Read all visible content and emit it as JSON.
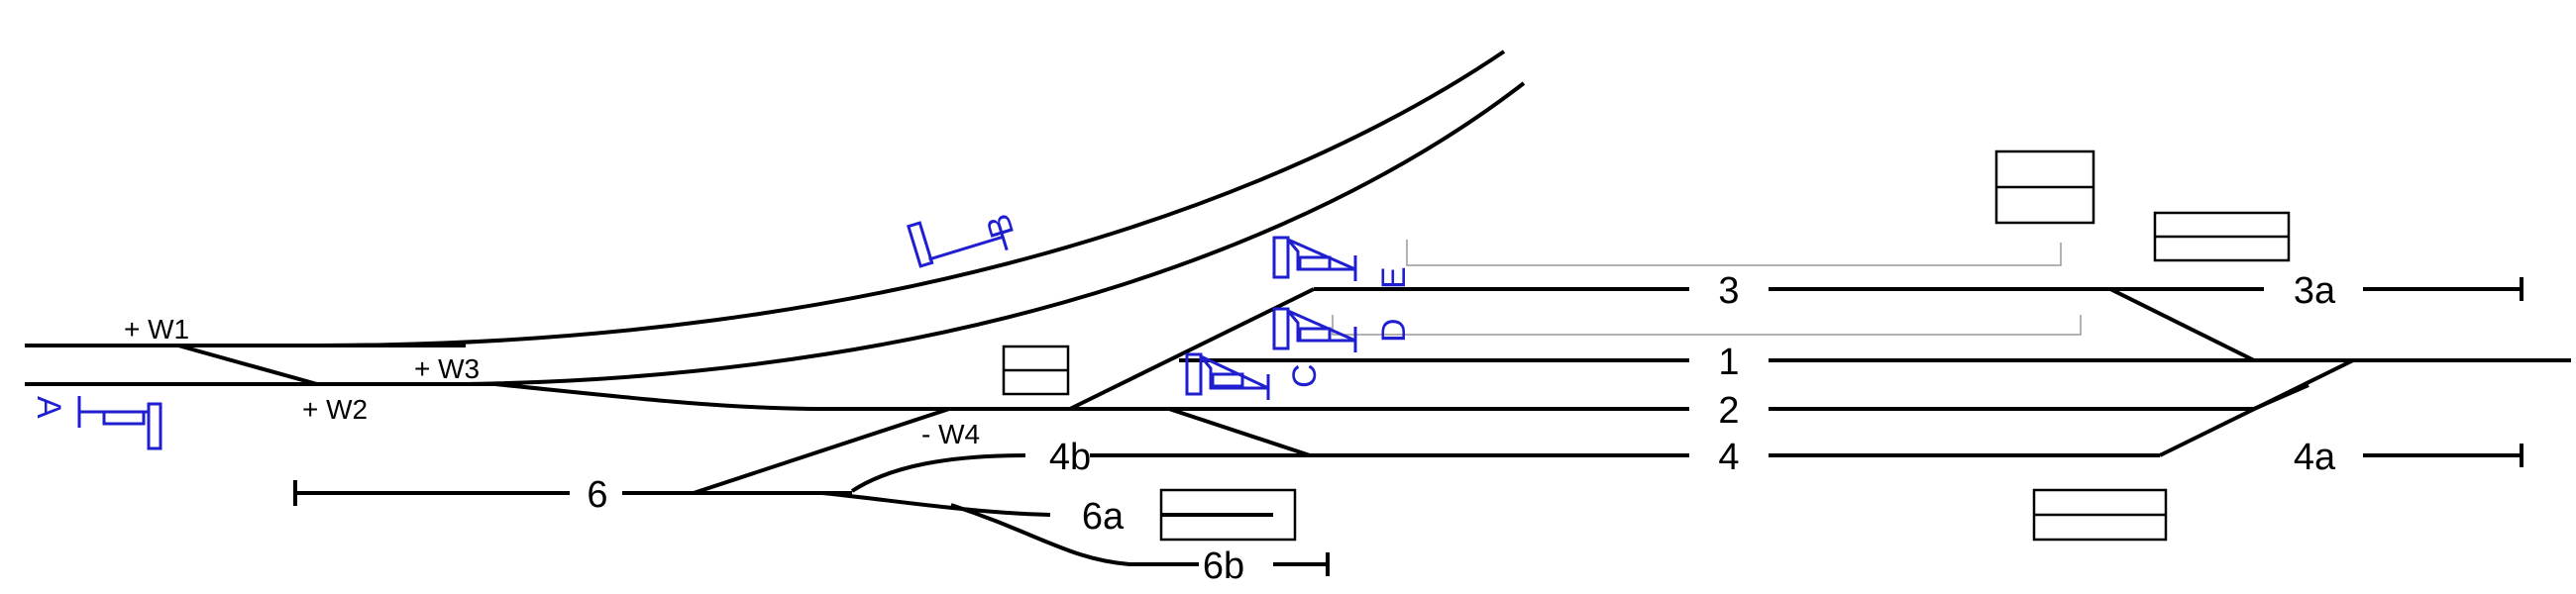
{
  "colors": {
    "track": "#000000",
    "signal": "#1f1fd0",
    "reference": "#9a9a9a",
    "background": "#ffffff"
  },
  "tracks": {
    "t1": "1",
    "t2": "2",
    "t3": "3",
    "t3a": "3a",
    "t4": "4",
    "t4a": "4a",
    "t4b": "4b",
    "t6": "6",
    "t6a": "6a",
    "t6b": "6b"
  },
  "switches": {
    "w1": "+ W1",
    "w2": "+ W2",
    "w3": "+ W3",
    "w4": "- W4"
  },
  "signals": {
    "a": "A",
    "b": "B",
    "c": "C",
    "d": "D",
    "e": "E"
  }
}
